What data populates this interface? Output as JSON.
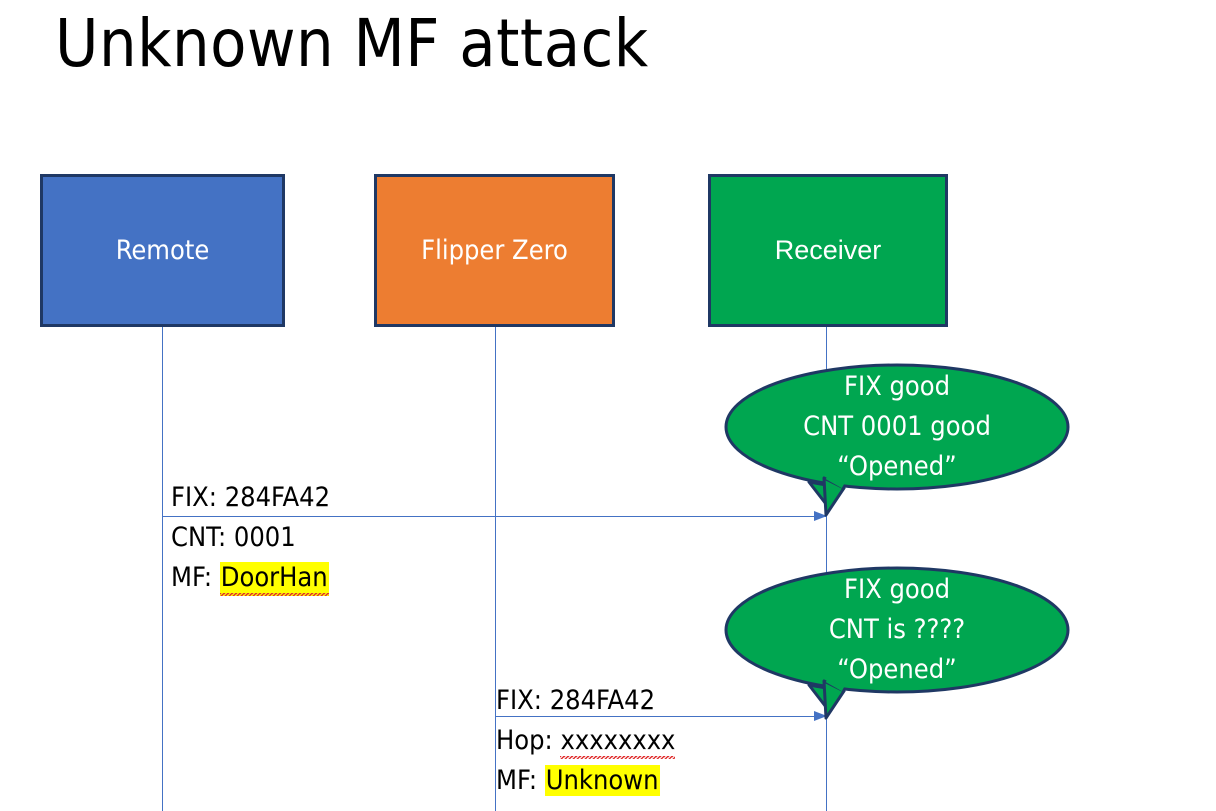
{
  "slide": {
    "title": "Unknown MF attack",
    "background": "#FFFFFF"
  },
  "colors": {
    "remote_fill": "#4472C4",
    "flipper_fill": "#ED7D31",
    "receiver_fill": "#00A650",
    "box_border": "#1F3864",
    "lifeline": "#4472C4",
    "arrow": "#4472C4",
    "highlight": "#FFFF00",
    "spellcheck_underline": "#E03131",
    "text_dark": "#000000",
    "text_light": "#FFFFFF"
  },
  "actors": [
    {
      "id": "remote",
      "label": "Remote",
      "fill": "#4472C4"
    },
    {
      "id": "flipper",
      "label": "Flipper Zero",
      "fill": "#ED7D31"
    },
    {
      "id": "receiver",
      "label": "Receiver",
      "fill": "#00A650"
    }
  ],
  "messages": [
    {
      "id": "remote-to-receiver",
      "from": "Remote",
      "to": "Receiver",
      "lines": [
        {
          "label": "FIX:",
          "value": "284FA42",
          "highlight": false,
          "spellcheck_flag": false
        },
        {
          "label": "CNT:",
          "value": "0001",
          "highlight": false,
          "spellcheck_flag": false
        },
        {
          "label": "MF:",
          "value": "DoorHan",
          "highlight": true,
          "spellcheck_flag": true
        }
      ]
    },
    {
      "id": "flipper-to-receiver",
      "from": "Flipper Zero",
      "to": "Receiver",
      "lines": [
        {
          "label": "FIX:",
          "value": "284FA42",
          "highlight": false,
          "spellcheck_flag": false
        },
        {
          "label": "Hop:",
          "value": "xxxxxxxx",
          "highlight": false,
          "spellcheck_flag": true
        },
        {
          "label": "MF:",
          "value": "Unknown",
          "highlight": true,
          "spellcheck_flag": false
        }
      ]
    }
  ],
  "callouts": [
    {
      "id": "callout-first",
      "lines": [
        "FIX good",
        "CNT 0001 good",
        "“Opened”"
      ]
    },
    {
      "id": "callout-second",
      "lines": [
        "FIX good",
        "CNT is ????",
        "“Opened”"
      ]
    }
  ]
}
